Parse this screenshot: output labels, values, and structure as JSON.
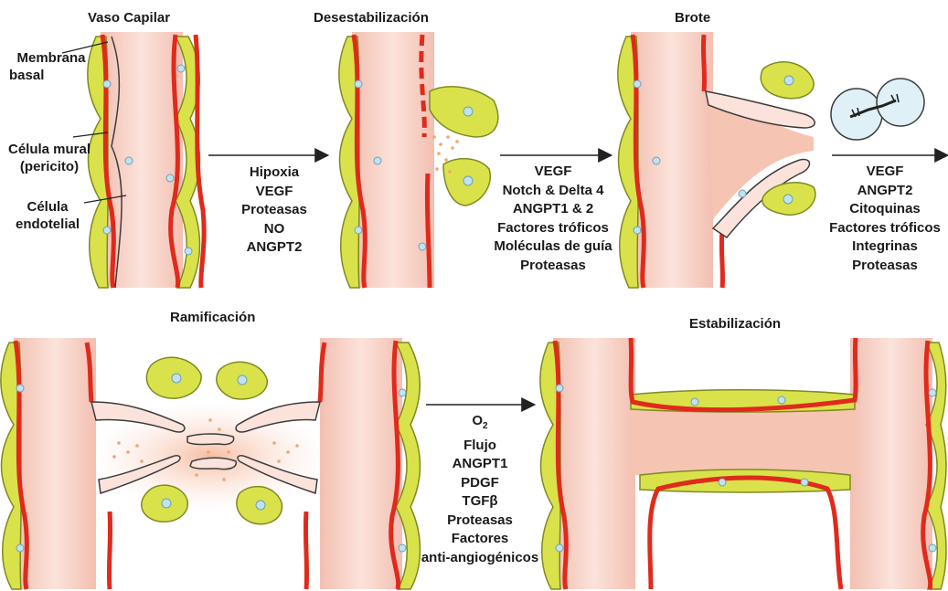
{
  "stages": {
    "capillary": "Vaso Capilar",
    "destabilization": "Desestabilización",
    "sprouting": "Brote",
    "branching": "Ramificación",
    "stabilization": "Estabilización"
  },
  "labels": {
    "basement_membrane": [
      "Membrana",
      "basal"
    ],
    "mural_cell": [
      "Célula mural",
      "(pericito)"
    ],
    "endothelial_cell": [
      "Célula",
      "endotelial"
    ]
  },
  "factors": {
    "step1": [
      "Hipoxia",
      "VEGF",
      "Proteasas",
      "NO",
      "ANGPT2"
    ],
    "step2": [
      "VEGF",
      "Notch & Delta 4",
      "ANGPT1 & 2",
      "Factores tróficos",
      "Moléculas de guía",
      "Proteasas"
    ],
    "step3": [
      "VEGF",
      "ANGPT2",
      "Citoquinas",
      "Factores tróficos",
      "Integrinas",
      "Proteasas"
    ],
    "step4_o2": "O",
    "step4_o2_sub": "2",
    "step4": [
      "Flujo",
      "ANGPT1",
      "PDGF",
      "TGFβ",
      "Proteasas",
      "Factores",
      "anti-angiogénicos"
    ]
  },
  "colors": {
    "vessel_fill": "#f7cfc4",
    "vessel_edge": "#e7a796",
    "endothelial_line": "#e02a1c",
    "pericyte": "#d9e24a",
    "pericyte_edge": "#7f8a22",
    "nucleus": "#bfe3f2",
    "vegf_dot": "#f0a66e",
    "cell_outline": "#3c3c3c",
    "arrow": "#222222"
  }
}
